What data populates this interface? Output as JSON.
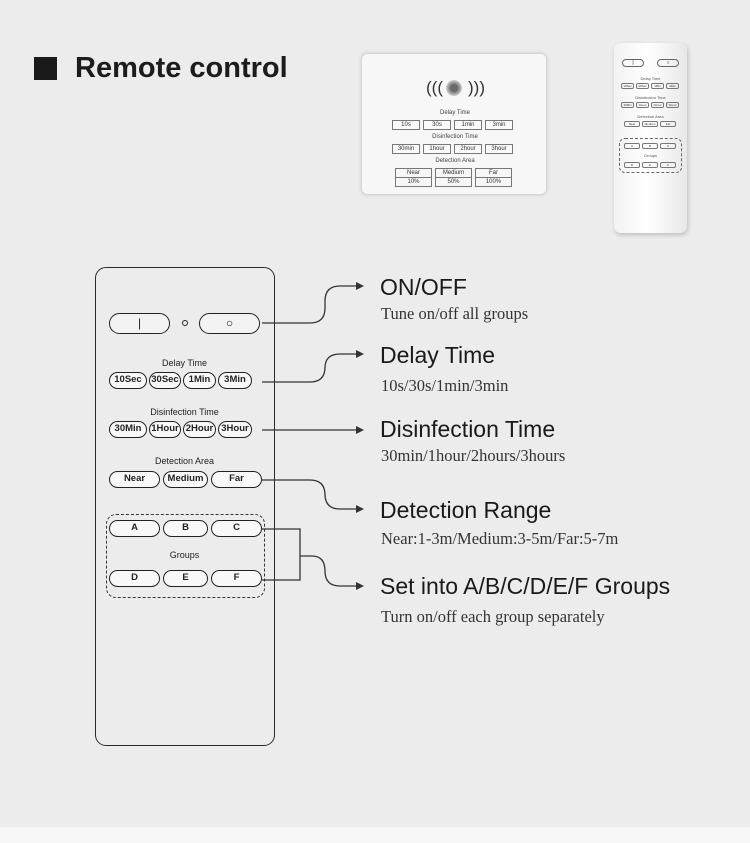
{
  "heading": "Remote control",
  "wall_panel": {
    "sections": [
      {
        "label": "Delay Time",
        "buttons": [
          "10s",
          "30s",
          "1min",
          "3min"
        ]
      },
      {
        "label": "Disinfection Time",
        "buttons": [
          "30min",
          "1hour",
          "2hour",
          "3hour"
        ]
      }
    ],
    "detection_label": "Detection Area",
    "detection_cells": [
      {
        "name": "Near",
        "value": "10%"
      },
      {
        "name": "Medium",
        "value": "50%"
      },
      {
        "name": "Far",
        "value": "100%"
      }
    ]
  },
  "mini_remote": {
    "on_symbol": "|",
    "off_symbol": "○",
    "delay_label": "Delay Time",
    "delay_buttons": [
      "10Sec",
      "30Sec",
      "1Min",
      "3Min"
    ],
    "disinfection_label": "Disinfection Time",
    "disinfection_buttons": [
      "30Min",
      "1Hour",
      "2Hour",
      "3Hour"
    ],
    "detection_label": "Detection Area",
    "detection_buttons": [
      "Near",
      "Medium",
      "Far"
    ],
    "group_row1": [
      "A",
      "B",
      "C"
    ],
    "groups_label": "Groups",
    "group_row2": [
      "D",
      "E",
      "F"
    ]
  },
  "remote": {
    "on_symbol": "|",
    "off_symbol": "○",
    "delay_label": "Delay Time",
    "delay_buttons": [
      "10Sec",
      "30Sec",
      "1Min",
      "3Min"
    ],
    "disinfection_label": "Disinfection Time",
    "disinfection_buttons": [
      "30Min",
      "1Hour",
      "2Hour",
      "3Hour"
    ],
    "detection_label": "Detection Area",
    "detection_buttons": [
      "Near",
      "Medium",
      "Far"
    ],
    "group_row1": [
      "A",
      "B",
      "C"
    ],
    "groups_label": "Groups",
    "group_row2": [
      "D",
      "E",
      "F"
    ]
  },
  "callouts": [
    {
      "title": "ON/OFF",
      "desc": "Tune on/off all groups"
    },
    {
      "title": "Delay Time",
      "desc": "10s/30s/1min/3min"
    },
    {
      "title": "Disinfection Time",
      "desc": "30min/1hour/2hours/3hours"
    },
    {
      "title": "Detection Range",
      "desc": "Near:1-3m/Medium:3-5m/Far:5-7m"
    },
    {
      "title": "Set into A/B/C/D/E/F Groups",
      "desc": "Turn on/off each group separately"
    }
  ]
}
